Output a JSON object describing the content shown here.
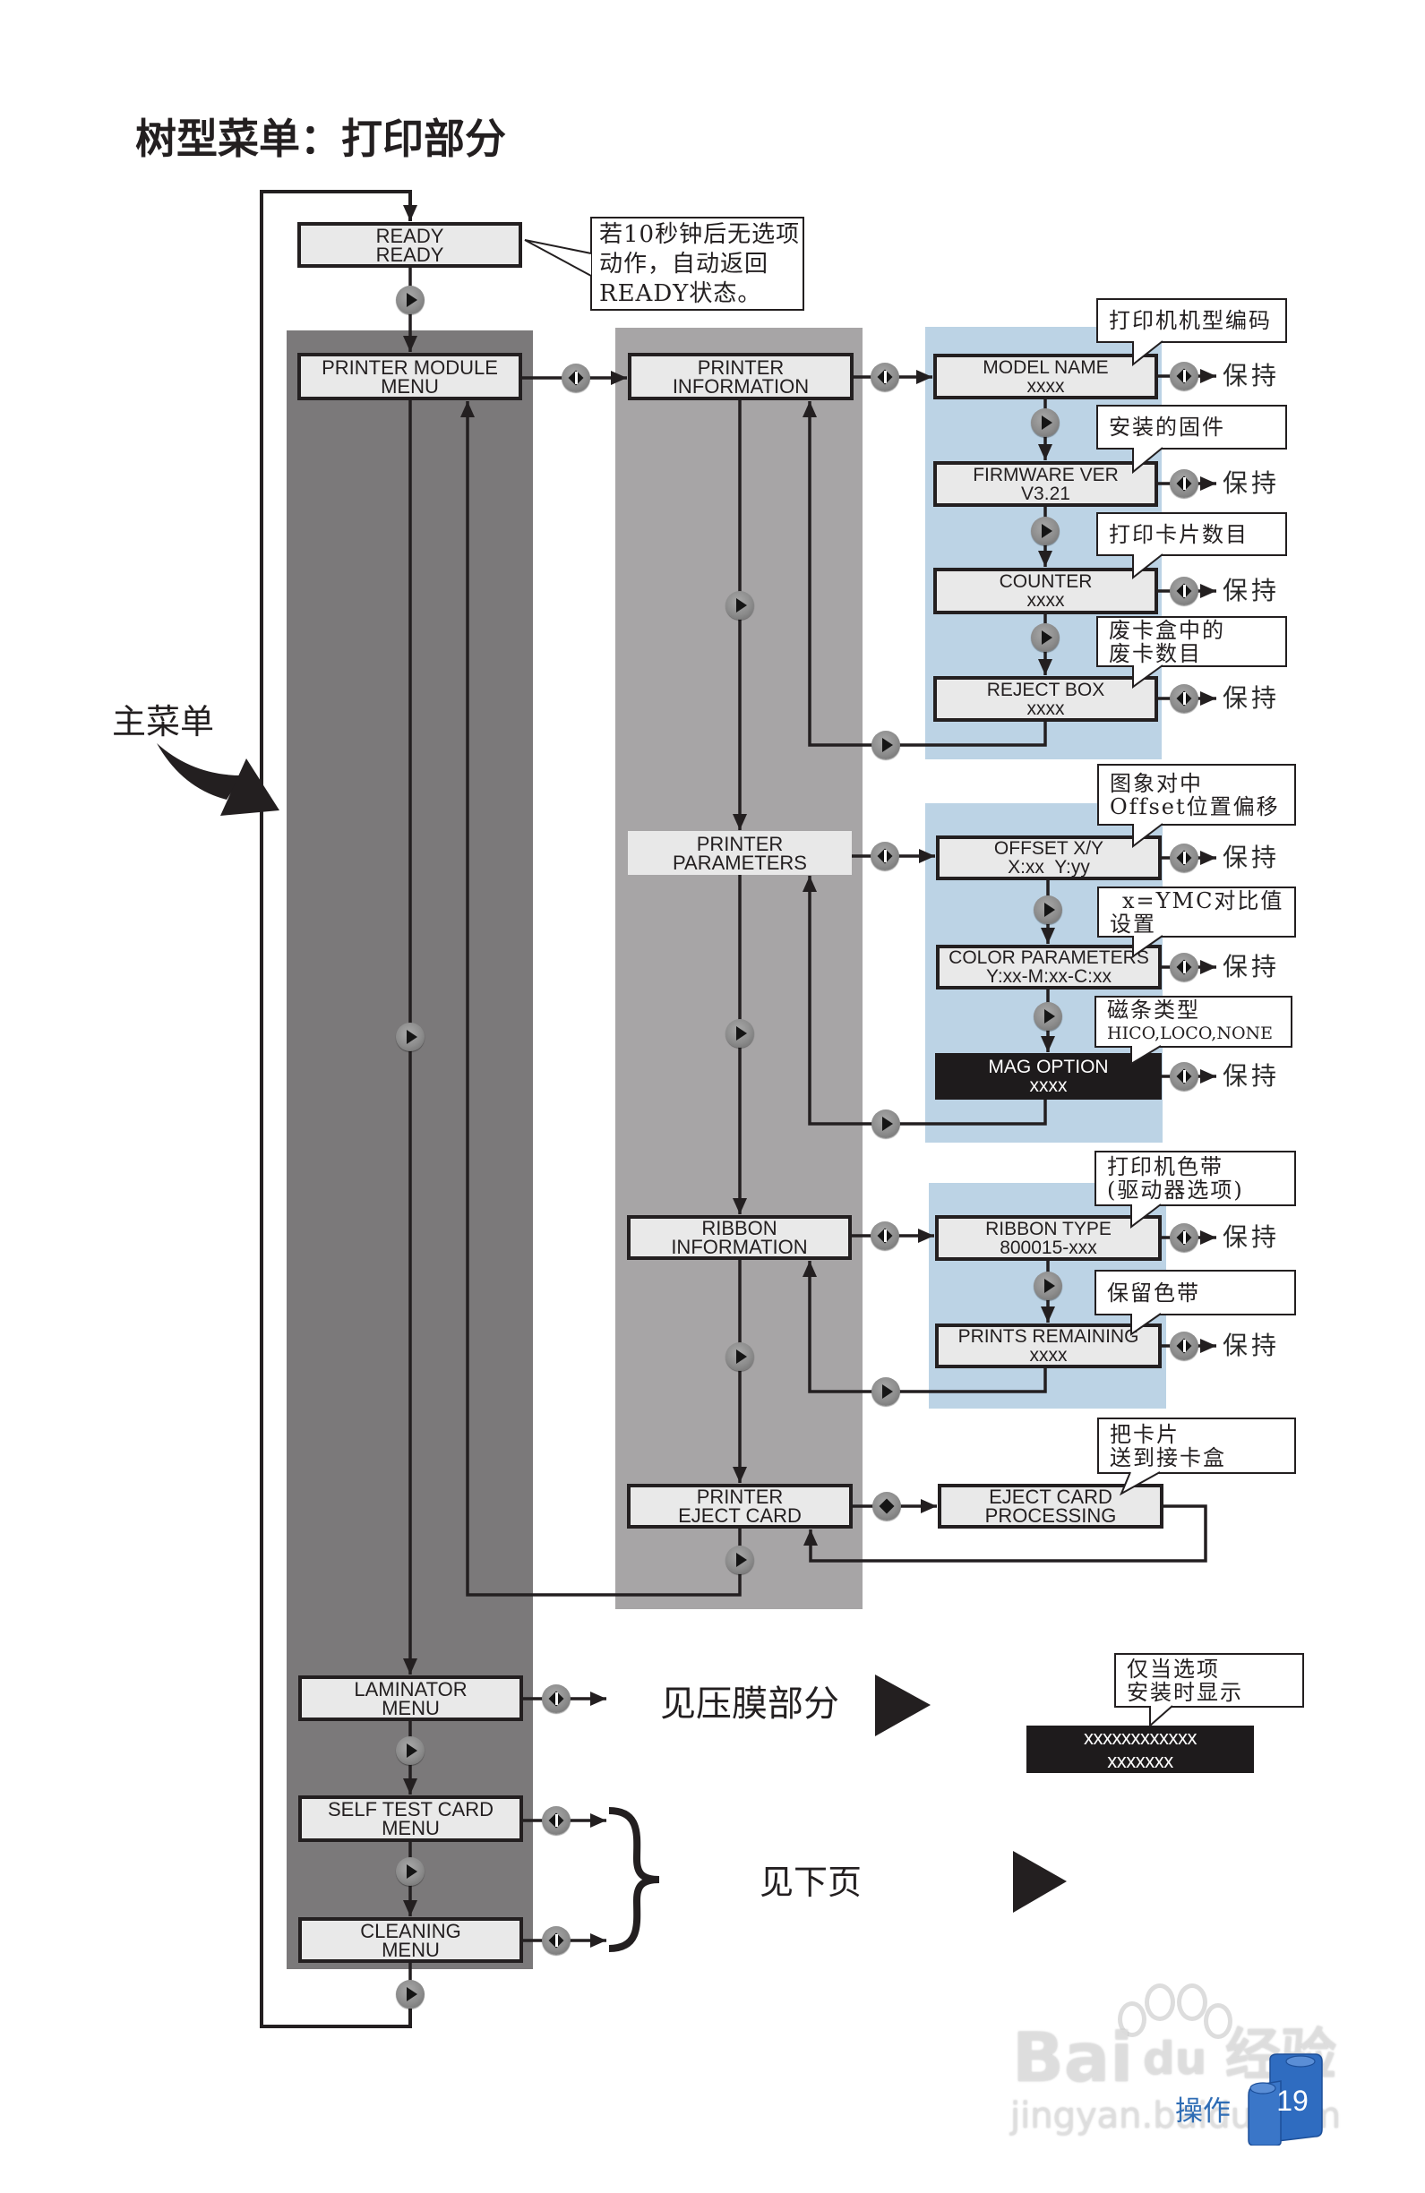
{
  "page_title": "树型菜单：打印部分",
  "labels": {
    "main_menu": "主菜单",
    "see_laminator": "见压膜部分",
    "see_next_page": "见下页"
  },
  "ready": {
    "line1": "READY",
    "line2": "READY",
    "note": [
      "若10秒钟后无选项",
      "动作，自动返回",
      "READY状态。"
    ]
  },
  "main_menu": {
    "items": [
      {
        "line1": "PRINTER MODULE",
        "line2": "MENU"
      },
      {
        "line1": "LAMINATOR",
        "line2": "MENU"
      },
      {
        "line1": "SELF TEST CARD",
        "line2": "MENU"
      },
      {
        "line1": "CLEANING",
        "line2": "MENU"
      }
    ]
  },
  "printer_module": {
    "items": [
      {
        "line1": "PRINTER",
        "line2": "INFORMATION"
      },
      {
        "line1": "PRINTER",
        "line2": "PARAMETERS"
      },
      {
        "line1": "RIBBON",
        "line2": "INFORMATION"
      },
      {
        "line1": "PRINTER",
        "line2": "EJECT CARD"
      }
    ]
  },
  "printer_information": {
    "items": [
      {
        "line1": "MODEL NAME",
        "line2": "xxxx",
        "note": [
          "打印机机型编码"
        ],
        "action": "保持"
      },
      {
        "line1": "FIRMWARE VER",
        "line2": "V3.21",
        "note": [
          "安装的固件"
        ],
        "action": "保持"
      },
      {
        "line1": "COUNTER",
        "line2": "xxxx",
        "note": [
          "打印卡片数目"
        ],
        "action": "保持"
      },
      {
        "line1": "REJECT BOX",
        "line2": "xxxx",
        "note": [
          "废卡盒中的",
          "废卡数目"
        ],
        "action": "保持"
      }
    ]
  },
  "printer_parameters": {
    "items": [
      {
        "line1": "OFFSET X/Y",
        "line2": "X:xx  Y:yy",
        "note": [
          "图象对中",
          "Offset位置偏移"
        ],
        "action": "保持"
      },
      {
        "line1": "COLOR PARAMETERS",
        "line2": "Y:xx-M:xx-C:xx",
        "note": [
          "x=YMC对比值",
          "设置"
        ],
        "action": "保持"
      },
      {
        "line1": "MAG OPTION",
        "line2": "xxxx",
        "note": [
          "磁条类型",
          "HICO,LOCO,NONE"
        ],
        "action": "保持",
        "highlighted": true
      }
    ]
  },
  "ribbon_information": {
    "items": [
      {
        "line1": "RIBBON TYPE",
        "line2": "800015-xxx",
        "note": [
          "打印机色带",
          "(驱动器选项)"
        ],
        "action": "保持"
      },
      {
        "line1": "PRINTS REMAINING",
        "line2": "xxxx",
        "note": [
          "保留色带"
        ],
        "action": "保持"
      }
    ]
  },
  "eject_card": {
    "line1": "EJECT CARD",
    "line2": "PROCESSING",
    "note": [
      "把卡片",
      "送到接卡盒"
    ]
  },
  "optional_display": {
    "note": [
      "仅当选项",
      "安装时显示"
    ],
    "line1": "xxxxxxxxxxxx",
    "line2": "xxxxxxx"
  },
  "icons": {
    "next": "next-button-icon",
    "select": "select-button-icon",
    "eject_select": "eject-select-icon",
    "continue": "continue-triangle-icon"
  },
  "footer": {
    "section": "操作",
    "page_number": "19"
  },
  "watermark": {
    "brand_left": "Bai",
    "brand_right": "du",
    "product": "经验",
    "url": "jingyan.baidu.com"
  },
  "colors": {
    "main_menu_panel": "#7b797a",
    "submenu_panel": "#a7a5a6",
    "detail_panel": "#bcd3e5",
    "box_fill": "#e9e9e9",
    "box_border": "#231f20",
    "highlight_box": "#1e1b1c",
    "footer_blue": "#2f6db5"
  }
}
